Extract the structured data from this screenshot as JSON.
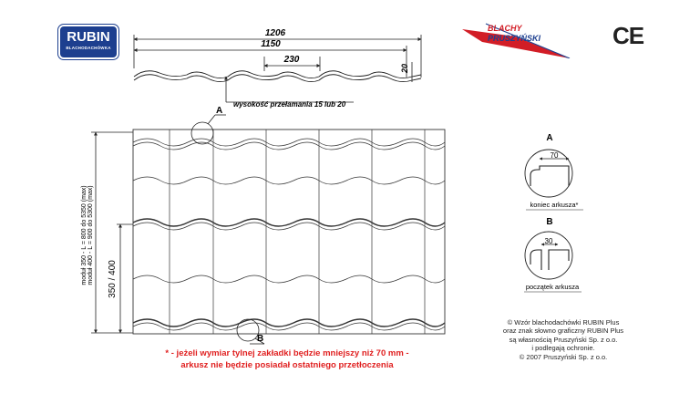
{
  "brand": {
    "rubin_logo_main": "RUBIN",
    "rubin_logo_sub": "BLACHODACHÓWKA",
    "blachy_logo_line1": "BLACHY",
    "blachy_logo_line2": "PRUSZYŃSKI",
    "ce_mark": "CE"
  },
  "profile": {
    "dim_total": "1206",
    "dim_cover": "1150",
    "dim_pitch": "230",
    "dim_height": "20",
    "break_height_label": "wysokość przełamania 15 lub 20"
  },
  "sheet": {
    "callout_a": "A",
    "callout_b": "B",
    "module_label_350": "moduł 350 - L = 800 do 5350 (max)",
    "module_label_400": "moduł 400 - L = 900 do 5300 (max)",
    "module_dim": "350 / 400"
  },
  "detail_a": {
    "letter": "A",
    "dimension": "70",
    "caption": "koniec arkusza*"
  },
  "detail_b": {
    "letter": "B",
    "dimension": "30",
    "caption": "początek arkusza"
  },
  "note": {
    "line1": "* - jeżeli wymiar tylnej zakładki będzie mniejszy niż 70 mm -",
    "line2": "arkusz nie będzie posiadał ostatniego przetłoczenia"
  },
  "copyright": {
    "line1": "© Wzór blachodachówki RUBIN Plus",
    "line2": "oraz znak słowno graficzny RUBIN Plus",
    "line3": "są własnością Pruszyński Sp. z o.o.",
    "line4": "i podlegają ochronie.",
    "line5": "© 2007 Pruszyński Sp. z o.o."
  },
  "colors": {
    "rubin_blue": "#1d3f8f",
    "blachy_red": "#d21d26",
    "note_red": "#e02020"
  }
}
